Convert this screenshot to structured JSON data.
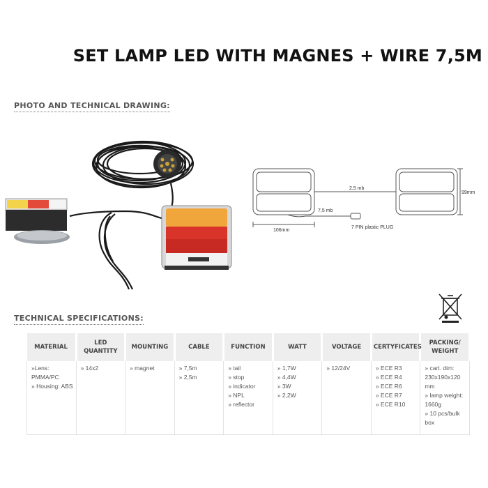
{
  "title": "SET LAMP LED WITH MAGNES + WIRE 7,5M",
  "photo_section_heading": "PHOTO AND TECHNICAL DRAWING:",
  "spec_section_heading": "TECHNICAL SPECIFICATIONS:",
  "drawing": {
    "cable_short": "2,5 mb",
    "cable_long": "7,5 mb",
    "width": "106mm",
    "height": "99mm",
    "plug": "7 PIN plastic PLUG"
  },
  "icons": {
    "weee": "crossed-out-wheelie-bin-icon"
  },
  "spec_table": {
    "headers": [
      "MATERIAL",
      "LED QUANTITY",
      "MOUNTING",
      "CABLE",
      "FUNCTION",
      "WATT",
      "VOLTAGE",
      "CERTYFICATES",
      "PACKING/ WEIGHT"
    ],
    "columns": [
      [
        "»Lens: PMMA/PC",
        "» Housing: ABS"
      ],
      [
        "» 14x2"
      ],
      [
        "» magnet"
      ],
      [
        "» 7,5m",
        "» 2,5m"
      ],
      [
        "» tail",
        "» stop",
        "» indicator",
        "» NPL",
        "» reflector"
      ],
      [
        "» 1,7W",
        "» 4,4W",
        "» 3W",
        "» 2,2W"
      ],
      [
        "» 12/24V"
      ],
      [
        "» ECE R3",
        "» ECE R4",
        "» ECE R6",
        "» ECE R7",
        "» ECE R10"
      ],
      [
        "» cart. dim: 230x190x120 mm",
        "» lamp weight: 1660g",
        "» 10 pcs/bulk box"
      ]
    ]
  }
}
